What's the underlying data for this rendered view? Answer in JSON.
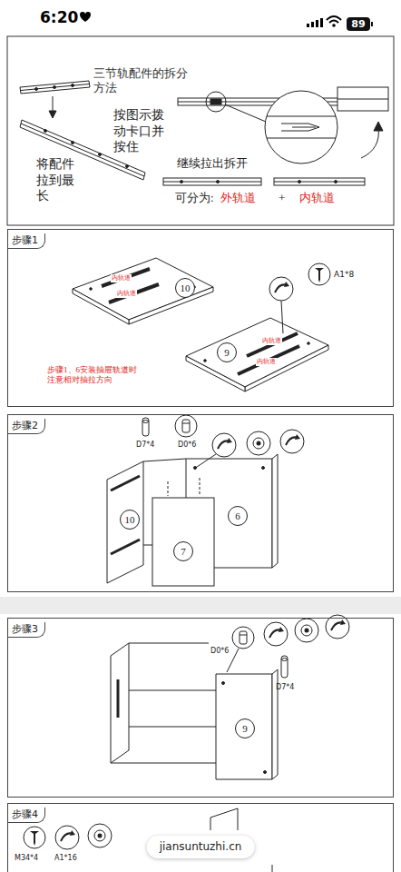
{
  "diagram": {
    "nodes": [
      {
        "text": [
          "步骤1"
        ]
      },
      {
        "text": [
          "10"
        ],
        "in": 0
      },
      {
        "text": [
          "9"
        ],
        "in": 0
      },
      {
        "text": [
          "步骤2"
        ]
      },
      {
        "text": [
          "10"
        ],
        "in": 3
      },
      {
        "text": [
          "6"
        ],
        "in": 3
      },
      {
        "text": [
          "7"
        ],
        "in": 3
      },
      {
        "text": [
          "步骤3"
        ]
      },
      {
        "text": [
          "9"
        ],
        "in": 7
      },
      {
        "text": [
          "步骤4"
        ]
      }
    ],
    "labels": [
      "6:20",
      "89",
      "三节轨配件的拆分方法",
      "按图示拨动卡口并按住",
      "将配件拉到最长",
      "继续拉出拆开",
      "可分为:",
      "外轨道",
      "+",
      "内轨道",
      "内轨道",
      "内轨道",
      "A1*8",
      "内轨道",
      "内轨道",
      "步骤1、6安装抽屉轨道时注意相对抽拉方向",
      "D7*4",
      "D0*6",
      "D0*6",
      "D7*4",
      "M34*4",
      "A1*16",
      "jiansuntuzhi.cn"
    ]
  }
}
